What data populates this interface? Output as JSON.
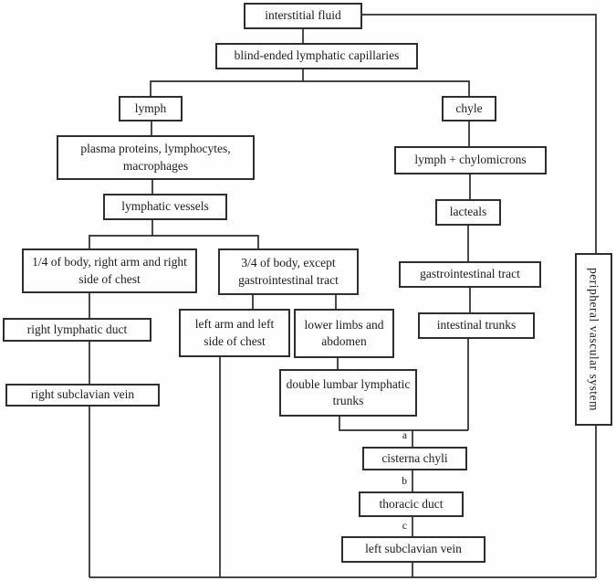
{
  "diagram": {
    "type": "flowchart",
    "subject": "lymphatic system flow",
    "nodes": {
      "interstitial_fluid": "interstitial fluid",
      "blind_ended_capillaries": "blind-ended lymphatic capillaries",
      "lymph": "lymph",
      "chyle": "chyle",
      "plasma_proteins": "plasma proteins, lymphocytes, macrophages",
      "lymph_chylomicrons": "lymph + chylomicrons",
      "lymphatic_vessels": "lymphatic vessels",
      "lacteals": "lacteals",
      "quarter_body": "1/4 of body, right arm and right side of chest",
      "three_quarter_body": "3/4 of body, except gastrointestinal tract",
      "gastrointestinal_tract": "gastrointestinal tract",
      "right_lymphatic_duct": "right lymphatic duct",
      "left_arm_chest": "left arm and left side of chest",
      "lower_limbs_abdomen": "lower limbs and abdomen",
      "intestinal_trunks": "intestinal trunks",
      "right_subclavian_vein": "right subclavian vein",
      "double_lumbar_trunks": "double lumbar lymphatic trunks",
      "cisterna_chyli": "cisterna chyli",
      "thoracic_duct": "thoracic duct",
      "left_subclavian_vein": "left subclavian vein",
      "peripheral_vascular_system": "peripheral vascular system"
    },
    "edge_labels": {
      "a": "a",
      "b": "b",
      "c": "c"
    },
    "line_color": "#2b2b2b"
  }
}
